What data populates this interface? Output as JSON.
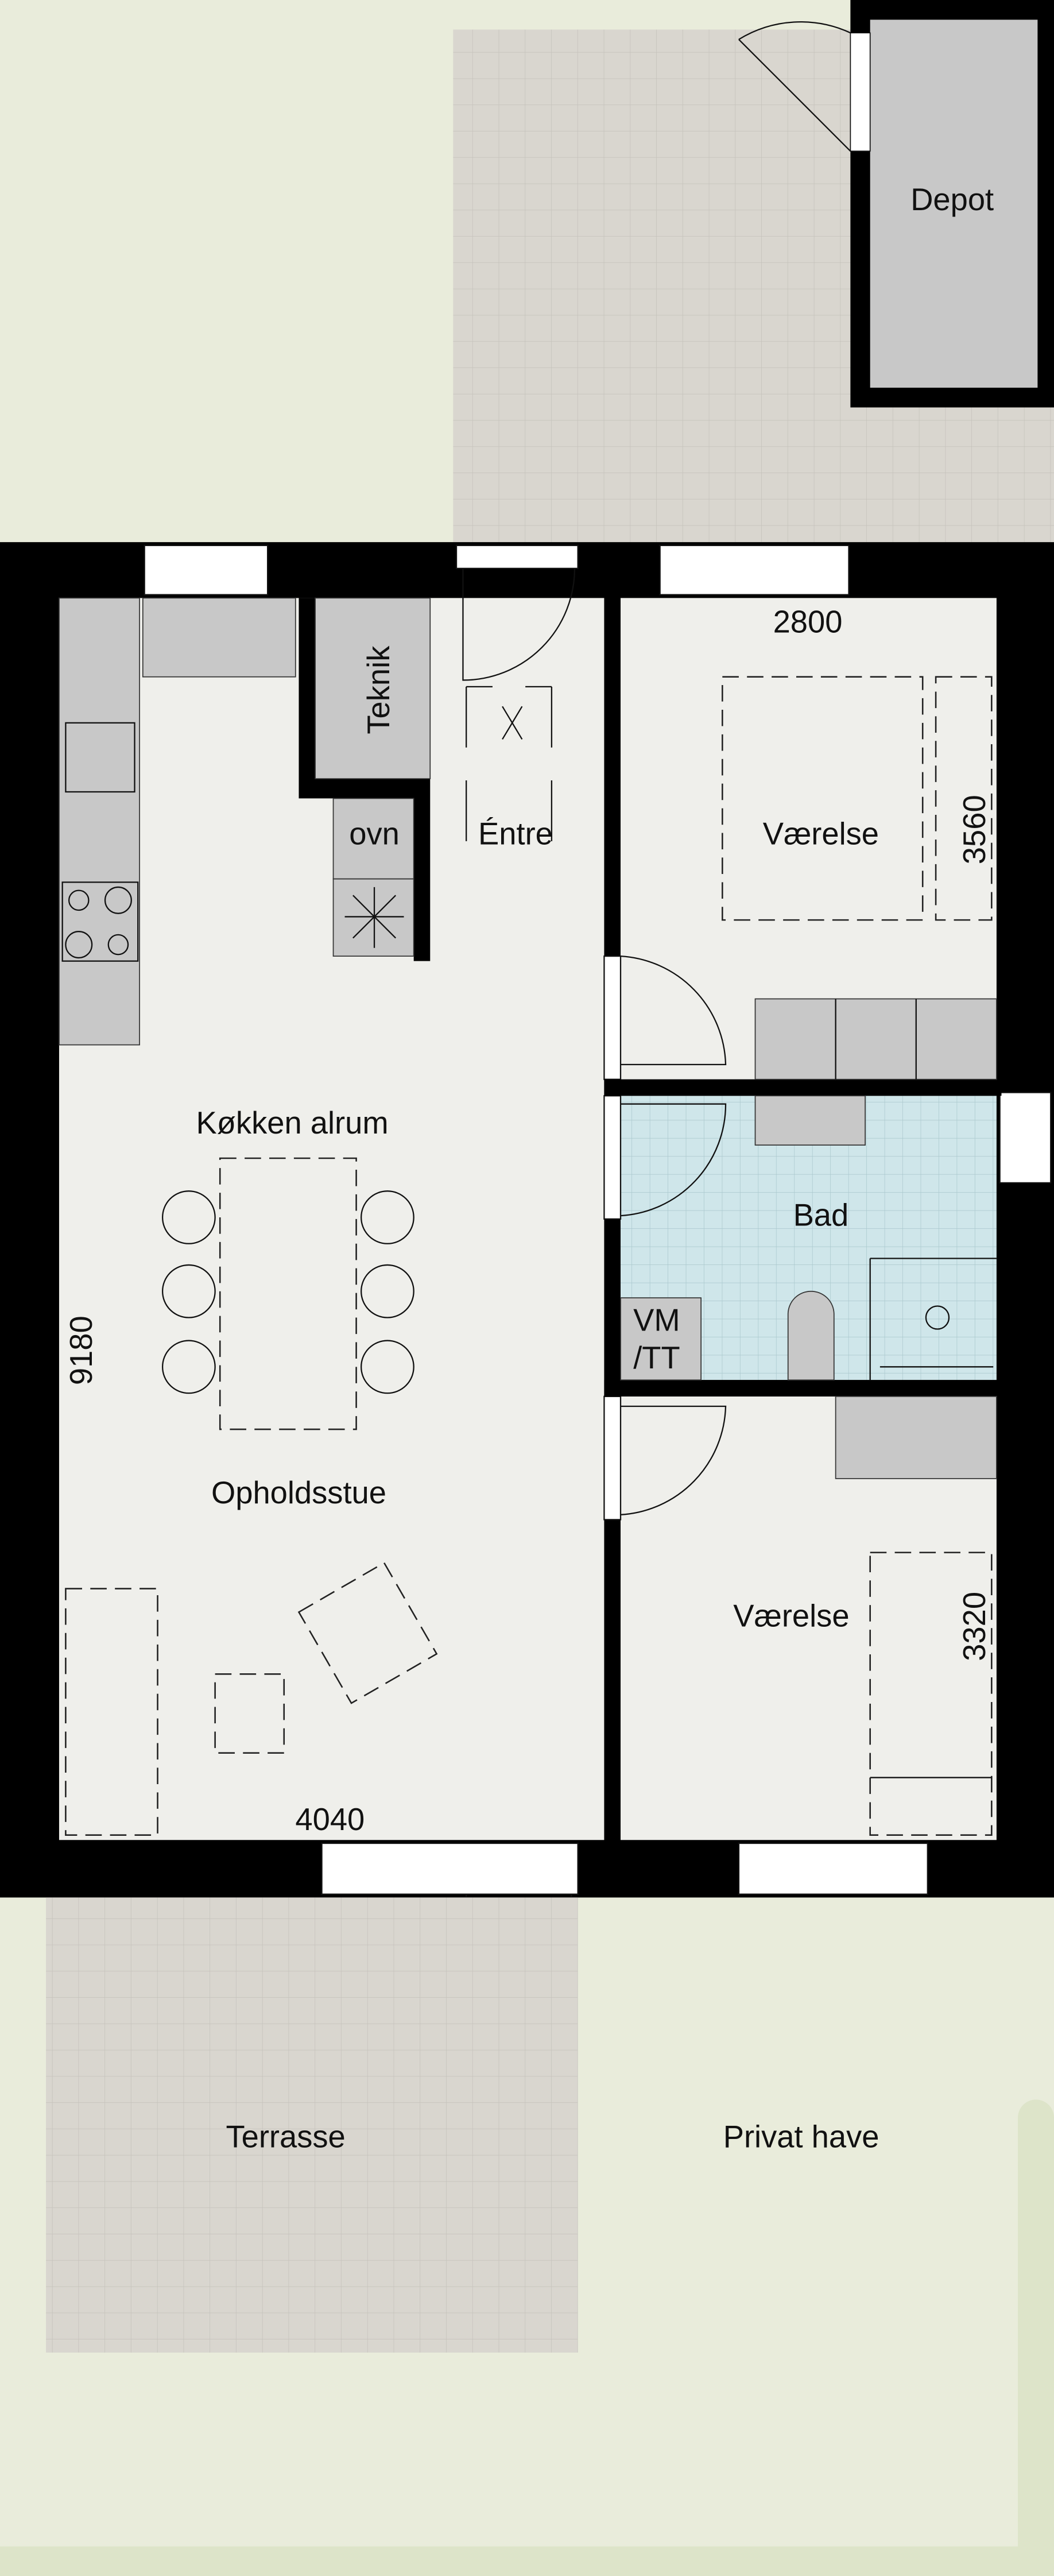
{
  "plan": {
    "rooms": {
      "depot": "Depot",
      "teknik": "Teknik",
      "ovn": "ovn",
      "entre": "Éntre",
      "vaerelse_top": "Værelse",
      "kokken": "Køkken alrum",
      "bad": "Bad",
      "vm_line1": "VM",
      "vm_line2": "/TT",
      "opholdsstue": "Opholdsstue",
      "vaerelse_bottom": "Værelse",
      "terrasse": "Terrasse",
      "privat_have": "Privat have"
    },
    "dimensions": {
      "top_room_width": "2800",
      "top_room_depth": "3560",
      "living_length": "9180",
      "living_width": "4040",
      "bottom_room_depth": "3320"
    },
    "colors": {
      "garden": "#e9ecdb",
      "terrace": "#d9d6cf",
      "floor": "#efefeb",
      "bath": "#cfe6ea",
      "furniture": "#c8c8c8",
      "wall": "#000000"
    }
  }
}
